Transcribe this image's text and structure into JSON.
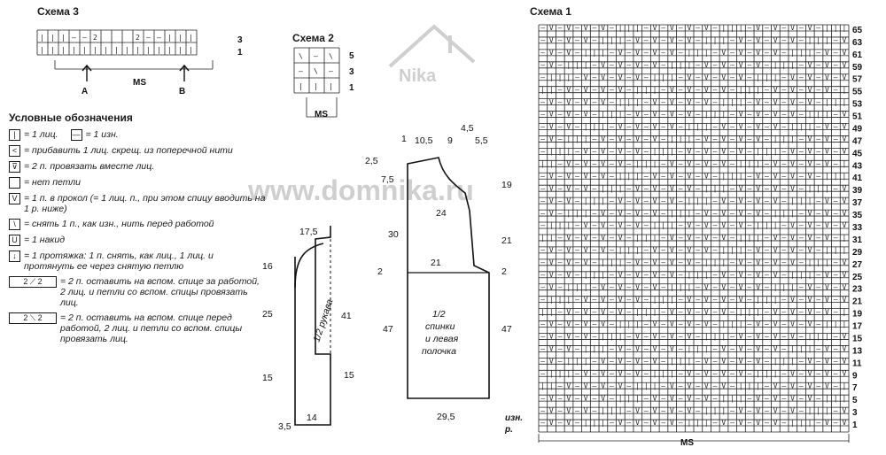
{
  "scheme3": {
    "title": "Схема 3",
    "rows": [
      "3",
      "1"
    ],
    "ms": "MS",
    "a": "A",
    "b": "B",
    "cell_text": "2"
  },
  "scheme2": {
    "title": "Схема 2",
    "rows": [
      "5",
      "3",
      "1"
    ],
    "ms": "MS"
  },
  "scheme1": {
    "title": "Схема 1",
    "ms": "MS",
    "wrong_side": "изн.",
    "right_side": "р.",
    "rows": [
      "65",
      "63",
      "61",
      "59",
      "57",
      "55",
      "53",
      "51",
      "49",
      "47",
      "45",
      "43",
      "41",
      "39",
      "37",
      "35",
      "33",
      "31",
      "29",
      "27",
      "25",
      "23",
      "21",
      "19",
      "17",
      "15",
      "13",
      "11",
      "9",
      "7",
      "5",
      "3",
      "1"
    ]
  },
  "legend": {
    "title": "Условные обозначения",
    "items": [
      {
        "sym": "|",
        "text": "= 1 лиц."
      },
      {
        "sym": "—",
        "text": "= 1 изн."
      },
      {
        "sym": "<",
        "text": "= прибавить 1 лиц. скрещ. из поперечной нити"
      },
      {
        "sym": "⊽",
        "text": "= 2 п. провязать вместе лиц."
      },
      {
        "sym": "",
        "text": "= нет петли"
      },
      {
        "sym": "V",
        "text": "= 1 п. в прокол (= 1 лиц. п., при этом спицу вводить на 1 р. ниже)"
      },
      {
        "sym": "\\",
        "text": "= снять 1 п., как изн., нить перед работой"
      },
      {
        "sym": "U",
        "text": "= 1 накид"
      },
      {
        "sym": "↓",
        "text": "= 1 протяжка: 1 п. снять, как лиц., 1 лиц. и протянуть ее через снятую петлю"
      },
      {
        "sym": "2 ⟋ 2",
        "text": "= 2 п. оставить на вспом. спице за работой, 2 лиц. и петли со вспом. спицы провязать лиц."
      },
      {
        "sym": "2 ⟍ 2",
        "text": "= 2 п. оставить на вспом. спице перед работой, 2 лиц. и петли со вспом. спицы провязать лиц."
      }
    ]
  },
  "pattern": {
    "sleeve_label": "1/2 рукава",
    "back_label": [
      "1/2",
      "спинки",
      "и левая",
      "полочка"
    ],
    "dims": {
      "s175": "17,5",
      "s16": "16",
      "s25": "25",
      "s15l": "15",
      "s41": "41",
      "s15r": "15",
      "s35": "3,5",
      "s14": "14",
      "t1": "1",
      "t105": "10,5",
      "t9": "9",
      "t45": "4,5",
      "t55": "5,5",
      "t25": "2,5",
      "t75": "7,5",
      "t24": "24",
      "t30": "30",
      "t21a": "21",
      "t2l": "2",
      "t47l": "47",
      "t19": "19",
      "t21b": "21",
      "t2r": "2",
      "t47r": "47",
      "t295": "29,5"
    }
  },
  "watermark": {
    "site": "www.domnika.ru",
    "logo": "Nika"
  }
}
